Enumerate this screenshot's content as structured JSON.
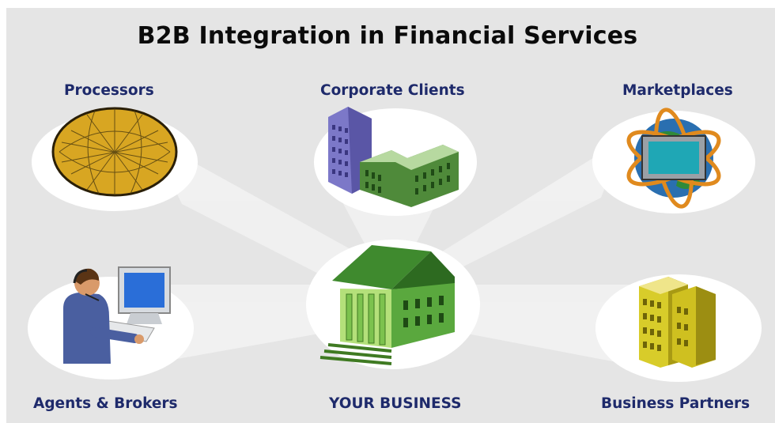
{
  "title": "B2B Integration in Financial Services",
  "nodes": {
    "processors": {
      "label": "Processors",
      "icon": "geodesic-dome-icon"
    },
    "corporate_clients": {
      "label": "Corporate Clients",
      "icon": "office-buildings-icon"
    },
    "marketplaces": {
      "label": "Marketplaces",
      "icon": "globe-monitor-icon"
    },
    "agents_brokers": {
      "label": "Agents & Brokers",
      "icon": "agent-at-computer-icon"
    },
    "your_business": {
      "label": "YOUR BUSINESS",
      "icon": "bank-building-icon"
    },
    "business_partners": {
      "label": "Business Partners",
      "icon": "partner-buildings-icon"
    }
  },
  "colors": {
    "background": "#e5e5e5",
    "label_text": "#1e2a6b",
    "title_text": "#0b0b0b",
    "bank_green": "#3f8a2e",
    "dome_gold": "#d8a622",
    "partner_yellow": "#d8cc2a",
    "corporate_purple": "#7c78c8"
  }
}
